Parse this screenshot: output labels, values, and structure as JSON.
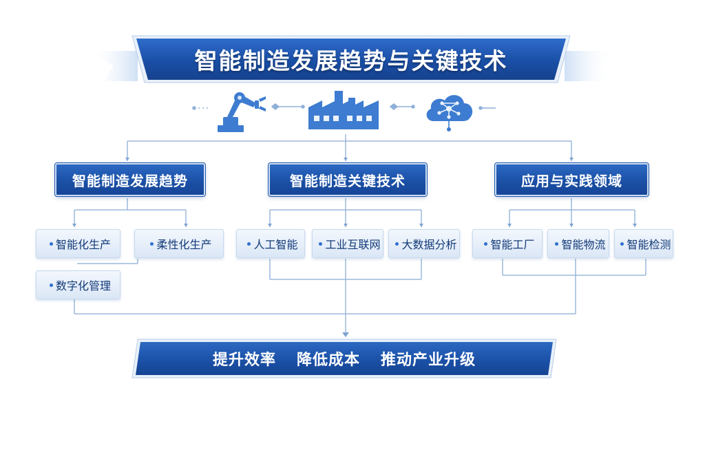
{
  "title": "智能制造发展趋势与关键技术",
  "icons": [
    "robot-arm-icon",
    "factory-icon",
    "cloud-network-icon"
  ],
  "colors": {
    "primary": "#1a4fa4",
    "light": "#dbe7f6",
    "line": "#9bb8dc",
    "text": "#123a78"
  },
  "categories": [
    {
      "label": "智能制造发展趋势",
      "items": [
        "智能化生产",
        "柔性化生产",
        "数字化管理"
      ]
    },
    {
      "label": "智能制造关键技术",
      "items": [
        "人工智能",
        "工业互联网",
        "大数据分析"
      ]
    },
    {
      "label": "应用与实践领域",
      "items": [
        "智能工厂",
        "智能物流",
        "智能检测"
      ]
    }
  ],
  "outcomes": [
    "提升效率",
    "降低成本",
    "推动产业升级"
  ]
}
